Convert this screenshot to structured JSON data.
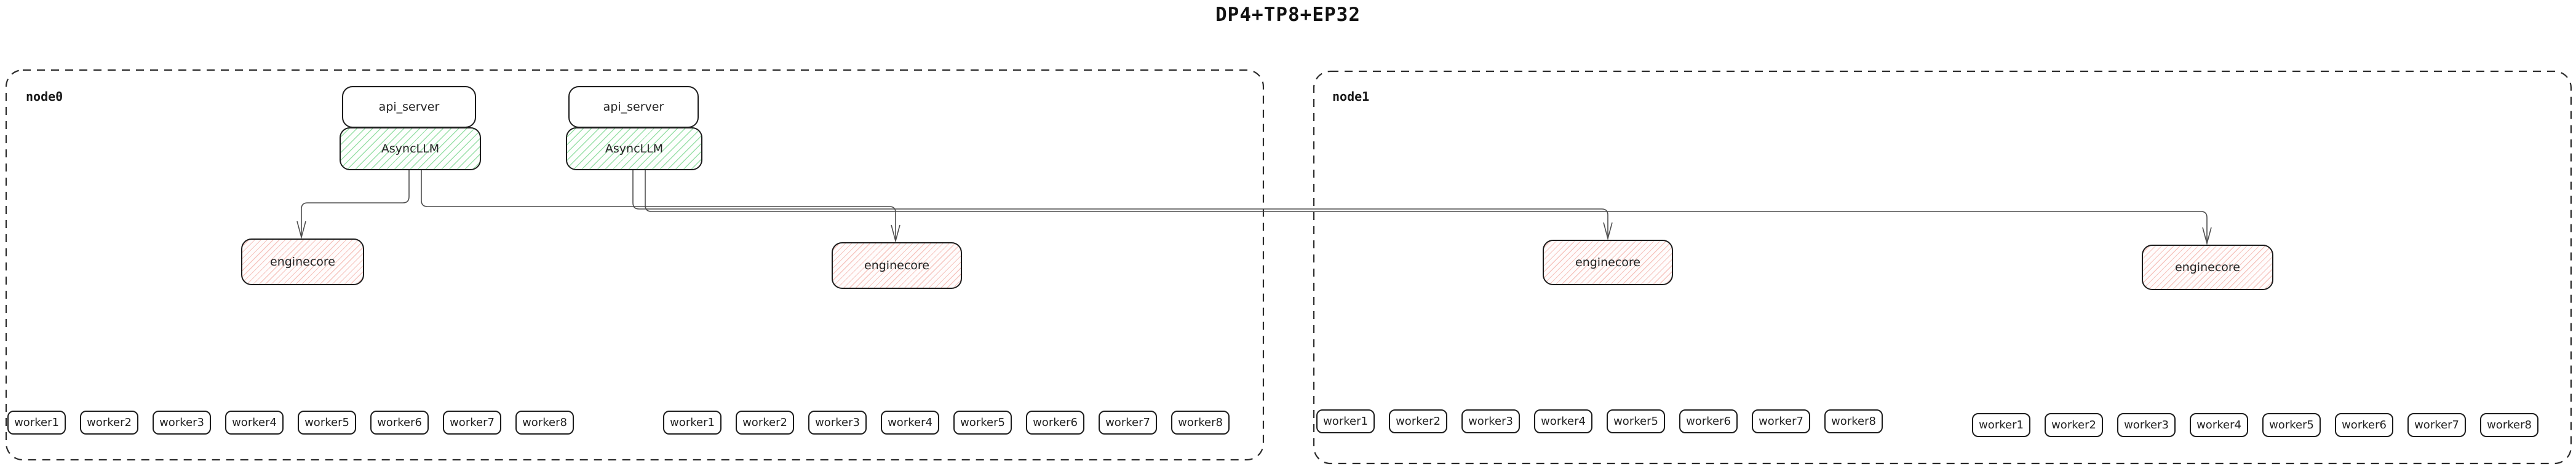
{
  "title": "DP4+TP8+EP32",
  "diagram": {
    "nodes": [
      {
        "label": "node0",
        "api_servers": [
          {
            "label": "api_server"
          },
          {
            "label": "api_server"
          }
        ],
        "asyncllms": [
          {
            "label": "AsyncLLM"
          },
          {
            "label": "AsyncLLM"
          }
        ],
        "enginecores": [
          "enginecore",
          "enginecore"
        ],
        "worker_groups": [
          [
            "worker1",
            "worker2",
            "worker3",
            "worker4",
            "worker5",
            "worker6",
            "worker7",
            "worker8"
          ],
          [
            "worker1",
            "worker2",
            "worker3",
            "worker4",
            "worker5",
            "worker6",
            "worker7",
            "worker8"
          ]
        ]
      },
      {
        "label": "node1",
        "enginecores": [
          "enginecore",
          "enginecore"
        ],
        "worker_groups": [
          [
            "worker1",
            "worker2",
            "worker3",
            "worker4",
            "worker5",
            "worker6",
            "worker7",
            "worker8"
          ],
          [
            "worker1",
            "worker2",
            "worker3",
            "worker4",
            "worker5",
            "worker6",
            "worker7",
            "worker8"
          ]
        ]
      }
    ],
    "edges": [
      {
        "from": "node0 AsyncLLM 1",
        "to": "node0 enginecore 1"
      },
      {
        "from": "node0 AsyncLLM 1",
        "to": "node0 enginecore 2"
      },
      {
        "from": "node0 AsyncLLM 2",
        "to": "node1 enginecore 1"
      },
      {
        "from": "node0 AsyncLLM 2",
        "to": "node1 enginecore 2"
      }
    ],
    "colors": {
      "asyncllm_hatch": "#78d68c",
      "enginecore_hatch": "#f0a096",
      "edge_line": "#4d4d4d",
      "box_border": "#1c1c1c",
      "node_border_dashed": "#2b2b2b"
    }
  }
}
